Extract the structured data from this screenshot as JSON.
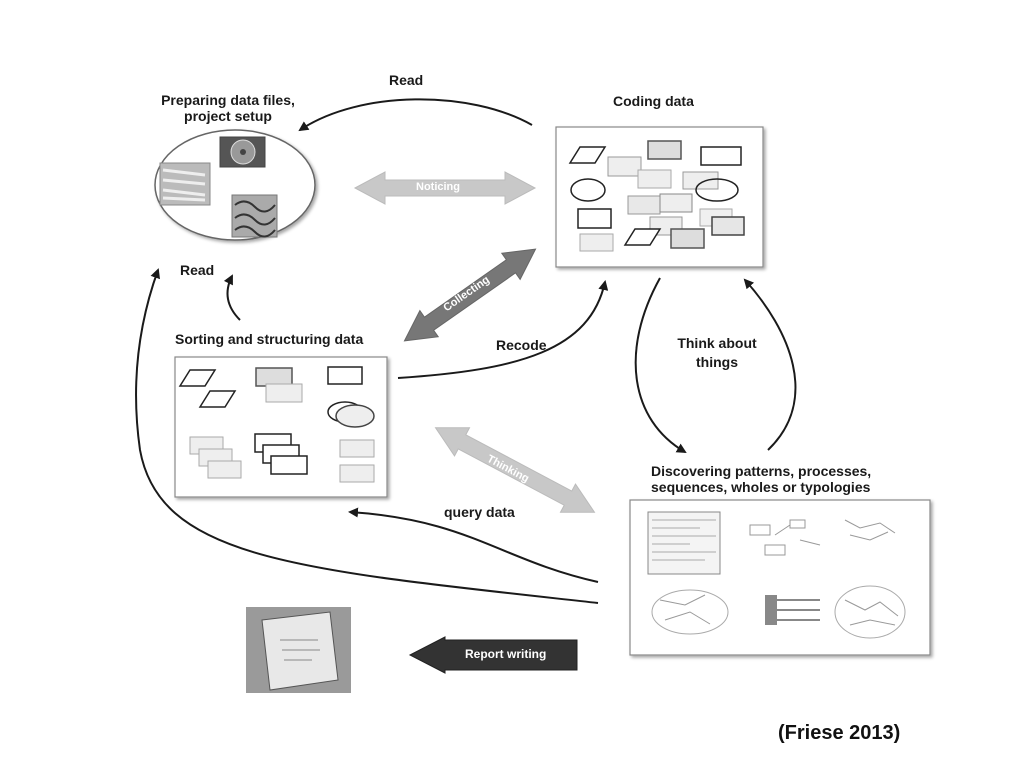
{
  "nodes": {
    "preparing": {
      "title": "Preparing data files,\nproject setup"
    },
    "coding": {
      "title": "Coding data"
    },
    "sorting": {
      "title": "Sorting and structuring data"
    },
    "discovering": {
      "title": "Discovering patterns, processes,\nsequences, wholes or typologies"
    }
  },
  "edge_labels": {
    "read_top": "Read",
    "read_left": "Read",
    "recode": "Recode",
    "think_about": "Think about\nthings",
    "query_data": "query data"
  },
  "double_arrows": {
    "noticing": "Noticing",
    "collecting": "Collecting",
    "thinking": "Thinking"
  },
  "report_arrow": "Report writing",
  "citation": "(Friese 2013)",
  "colors": {
    "ink": "#1a1a1a",
    "light_arrow": "#c8c8c8",
    "dark_arrow": "#777777",
    "report_arrow": "#333333"
  }
}
